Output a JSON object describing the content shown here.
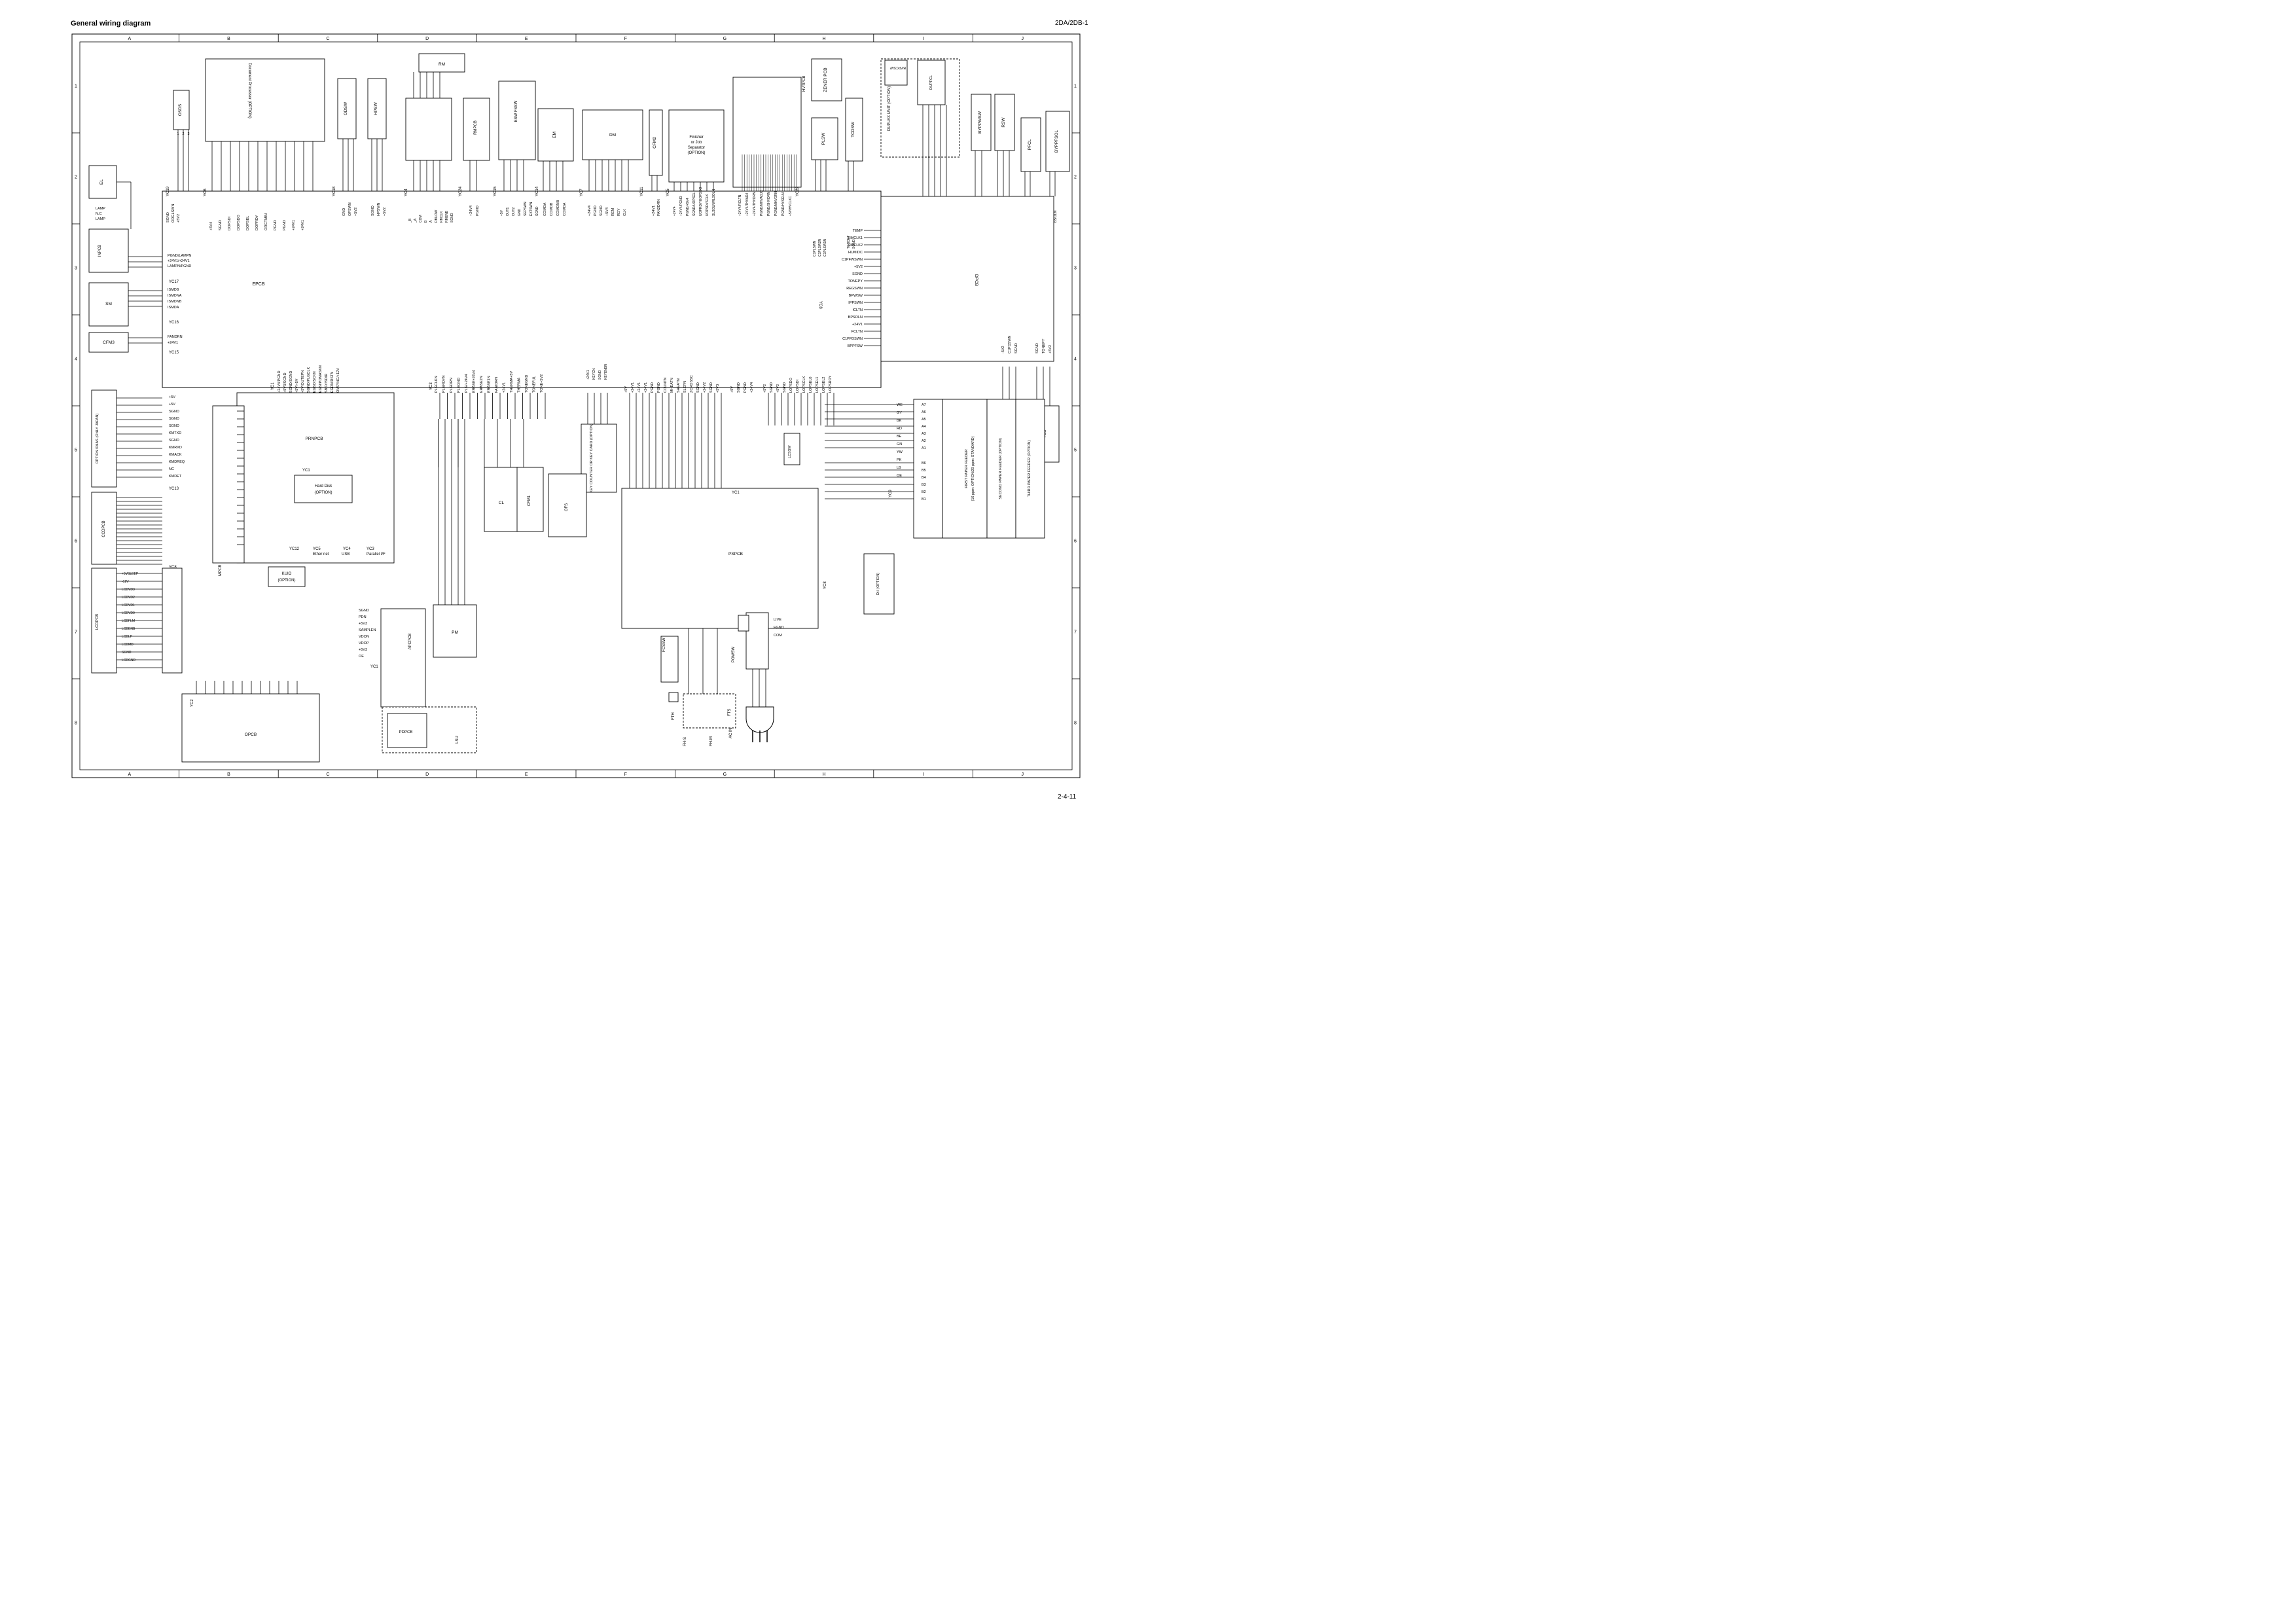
{
  "header": {
    "title": "General wiring diagram",
    "code": "2DA/2DB-1"
  },
  "footer": {
    "page": "2-4-11"
  },
  "grid": {
    "cols": [
      "A",
      "B",
      "C",
      "D",
      "E",
      "F",
      "G",
      "H",
      "I",
      "J"
    ],
    "rows": [
      "1",
      "2",
      "3",
      "4",
      "5",
      "6",
      "7",
      "8"
    ]
  },
  "main_board": {
    "label": "EPCB"
  },
  "boards": [
    {
      "id": "el",
      "label": "EL",
      "conn": "",
      "pins": []
    },
    {
      "id": "inpcb",
      "label": "INPCB",
      "conn": "YC17",
      "pins": [
        "PGND/LAMPN",
        "+24V1/+24V1",
        "LAMPN/PGND"
      ]
    },
    {
      "id": "sm",
      "label": "SM",
      "conn": "YC16",
      "pins": [
        "ISMDB",
        "ISMDNA",
        "ISMDNB",
        "ISMDA"
      ]
    },
    {
      "id": "cfm3",
      "label": "CFM3",
      "conn": "YC15",
      "pins": [
        "FANDRN",
        "+24V1"
      ]
    },
    {
      "id": "osds",
      "label": "OSDS",
      "conn": "YC19",
      "pins": [
        "SGND",
        "ORGLSWN",
        "+5V2"
      ]
    },
    {
      "id": "docproc",
      "label": "Document Processor (OPTION)",
      "conn": "YC6",
      "pins": [
        "+5V4",
        "SGND",
        "DOPSDI",
        "DOPSDO",
        "DOPSEL",
        "DOPRDY",
        "ORGTMIN",
        "PGND",
        "PGND",
        "+24V1",
        "+24V1"
      ]
    },
    {
      "id": "odsw",
      "label": "ODSW",
      "conn": "YC18",
      "pins": [
        "GND",
        "OPSWN",
        "+5V2"
      ]
    },
    {
      "id": "hpsw",
      "label": "HPSW",
      "conn": "",
      "pins": [
        "SGND",
        "HPSWN",
        "+5V2"
      ]
    },
    {
      "id": "rm",
      "label": "RM",
      "conn": "YC4",
      "pins": [
        "_B",
        "_A",
        "COM",
        "B",
        "A",
        "RMLOW",
        "RMCLK",
        "RMENB",
        "SGND"
      ]
    },
    {
      "id": "rmpcb",
      "label": "RMPCB",
      "conn": "YC24",
      "pins": [
        "+24V4",
        "PGND"
      ]
    },
    {
      "id": "esw",
      "label": "ESW FSSW",
      "conn": "YC15",
      "pins": [
        "+5V",
        "OUT1",
        "OUT2",
        "GND",
        "SEPSWN",
        "EXTSWN",
        "SGND"
      ]
    },
    {
      "id": "em",
      "label": "EM",
      "conn": "YC14",
      "pins": [
        "COMDA",
        "COMDB",
        "COMDNB",
        "COMDA"
      ]
    },
    {
      "id": "dm",
      "label": "DM",
      "conn": "YC7",
      "pins": [
        "+24V4",
        "PGND",
        "SGND",
        "+5V4",
        "REM",
        "RDY",
        "CLK"
      ]
    },
    {
      "id": "cfm2",
      "label": "CFM2",
      "conn": "YC11",
      "pins": [
        "+24V1",
        "FAN2DRN"
      ]
    },
    {
      "id": "finisher",
      "label": "Finisher or Job Separator (OPTION)",
      "conn": "YC5",
      "pins": [
        "+24V4",
        "+24V4/PGND",
        "PGND/+5V4",
        "SGND/UOPSEL",
        "UOPRDY/UOPSDO",
        "UOPSDI/SCLK",
        "SLSOLN/RLSOLN"
      ]
    },
    {
      "id": "hvtpcb",
      "label": "HVTPCB",
      "conn": "YC22",
      "pins": [
        "+24V4/RCLTN",
        "+24V4/THVADJ",
        "+24V4/THVDRN",
        "PGND/MHVADJC",
        "PGND/SHVDRN",
        "PGND/MHVDRN",
        "PGND/HVSELN",
        "+5V/HVCLKC"
      ]
    },
    {
      "id": "zener",
      "label": "ZENER PCB",
      "conn": "",
      "pins": []
    },
    {
      "id": "plsw",
      "label": "PLSW",
      "conn": "",
      "pins": [
        "C1PLSWN",
        "C1PLSW2N",
        "C1PLSW1N"
      ]
    },
    {
      "id": "tcdsw",
      "label": "TCDSW",
      "conn": "",
      "pins": [
        "TCDDET",
        "SGND"
      ]
    },
    {
      "id": "duplex",
      "label": "DUPLEX UNIT (OPTION)",
      "conn": "",
      "pins": []
    },
    {
      "id": "dupfcl",
      "label": "DUPFCL",
      "conn": "",
      "pins": []
    },
    {
      "id": "bypcsw",
      "label": "BYPCSW",
      "conn": "",
      "pins": []
    },
    {
      "id": "bypwsw",
      "label": "BYPPWSW",
      "conn": "",
      "pins": [
        "BPWSW",
        "+5V2"
      ]
    },
    {
      "id": "rsw",
      "label": "RSW",
      "conn": "",
      "pins": [
        "+5V2",
        "REGSWN",
        "SGND"
      ]
    },
    {
      "id": "pfcl",
      "label": "PFCL",
      "conn": "YC2",
      "pins": [
        "FCLTN",
        "+24V1"
      ]
    },
    {
      "id": "bypfsol",
      "label": "BYPPFSOL",
      "conn": "YC3",
      "pins": [
        "+24V1",
        "BSOLN"
      ]
    },
    {
      "id": "dpcb",
      "label": "DPCB",
      "conn": "YC8",
      "pins": [
        "TEMP",
        "HMCLK1",
        "HMCLK2",
        "HUMIDC",
        "C1PFWSWN",
        "+5V2",
        "SGND",
        "TONEPY",
        "REGSWN",
        "BPWSW",
        "IPPSWN",
        "ICLTN",
        "BPSOLN",
        "+24V1",
        "FCLTN",
        "C1PFDSWN",
        "BPPFSW"
      ]
    },
    {
      "id": "psw",
      "label": "PSW",
      "conn": "YC6",
      "pins": [
        "-5V2",
        "C1PDSWN",
        "SGND"
      ]
    },
    {
      "id": "tcs",
      "label": "TCS",
      "conn": "YC4",
      "pins": [
        "SGND",
        "TONEPY",
        "+5V2"
      ]
    },
    {
      "id": "kmas",
      "label": "OPTION KMAS (ONLY JAPAN)",
      "conn": "YC13",
      "pins": [
        "+5V",
        "+5V",
        "SGND",
        "SGND",
        "SGND",
        "KMTXD",
        "SGND",
        "KMRXD",
        "KMACK",
        "KMDREQ",
        "NC",
        "KMDET"
      ]
    },
    {
      "id": "prnpcb",
      "label": "PRNPCB",
      "conn": "YC1",
      "pins": []
    },
    {
      "id": "hdd",
      "label": "Hard Disk (OPTION)",
      "conn": "YC1",
      "pins": []
    },
    {
      "id": "ccdpcb",
      "label": "CCDPCB",
      "conn": "YC8",
      "pins": []
    },
    {
      "id": "mpcb",
      "label": "MPCB",
      "conn": "YC11",
      "pins": []
    },
    {
      "id": "kuio",
      "label": "KUIO (OPTION)",
      "conn": "YC12",
      "pins": []
    },
    {
      "id": "lcdpcb",
      "label": "LCDPCB",
      "conn": "YC7",
      "pins": [
        "+5VSLEEP",
        "-12V",
        "LCDVD3",
        "LCDVD2",
        "LCDVD1",
        "LCDVD0",
        "LCDFLM",
        "LCDENB",
        "LCDLP",
        "LCDMD",
        "SGND",
        "LCDGND"
      ]
    },
    {
      "id": "opcb",
      "label": "OPCB",
      "conn": "YC2",
      "pins": []
    },
    {
      "id": "apcpcb",
      "label": "APCPCB",
      "conn": "YC1",
      "pins": [
        "SGND",
        "PDN",
        "+5V3",
        "SAMPLEN",
        "VDON",
        "VDOP",
        "+5V3",
        "OE"
      ]
    },
    {
      "id": "pdpcb",
      "label": "PDPCB",
      "conn": "",
      "pins": []
    },
    {
      "id": "lsu",
      "label": "LSU",
      "conn": "",
      "pins": []
    },
    {
      "id": "pm",
      "label": "PM",
      "conn": "",
      "pins": []
    },
    {
      "id": "cl",
      "label": "CL",
      "conn": "",
      "pins": []
    },
    {
      "id": "cfm1",
      "label": "CFM1",
      "conn": "",
      "pins": []
    },
    {
      "id": "ofs",
      "label": "OFS",
      "conn": "",
      "pins": []
    },
    {
      "id": "keycounter",
      "label": "KEY COUNTER OR KEY CARD (OPTION)",
      "conn": "YC13",
      "pins": [
        "+24V1",
        "KEYCN",
        "SGND",
        "KEYENBN"
      ]
    },
    {
      "id": "pspcb",
      "label": "PSPCB",
      "conn": "YC1",
      "pins": []
    },
    {
      "id": "lcssw",
      "label": "LCSSW",
      "conn": "",
      "pins": []
    },
    {
      "id": "paperfeeder",
      "label": "FIRST PAPER FEEDER (16 ppm: OPTION/20 ppm: STANDARD)",
      "conn": "YC9",
      "pins": []
    },
    {
      "id": "feeder2",
      "label": "SECOND PAPER FEEDER (OPTION)",
      "conn": "",
      "pins": []
    },
    {
      "id": "feeder3",
      "label": "THIRD PAPER FEEDER (OPTION)",
      "conn": "",
      "pins": []
    },
    {
      "id": "dh",
      "label": "DH (OPTION)",
      "conn": "YC8",
      "pins": []
    },
    {
      "id": "powsw",
      "label": "POWSW",
      "conn": "",
      "pins": [
        "LIVE",
        "FGND",
        "COM"
      ]
    },
    {
      "id": "fcssw",
      "label": "FCSSW",
      "conn": "",
      "pins": []
    },
    {
      "id": "fth",
      "label": "FTH",
      "conn": "",
      "pins": []
    },
    {
      "id": "fhs",
      "label": "FH-S",
      "conn": "",
      "pins": []
    },
    {
      "id": "fhm",
      "label": "FH-M",
      "conn": "",
      "pins": []
    },
    {
      "id": "fts",
      "label": "FTS",
      "conn": "",
      "pins": []
    },
    {
      "id": "acin",
      "label": "AC IN",
      "conn": "",
      "pins": []
    }
  ],
  "misc_labels": {
    "ether": "Ether net",
    "usb": "USB",
    "parallel": "Parallel I/F",
    "yc5": "YC5",
    "yc4": "YC4",
    "yc3": "YC3",
    "yc12": "YC12",
    "prn_sig": [
      "+24V4/PGND",
      "+5V3/SGND",
      "SGND/SGND",
      "+5V/+5V",
      "+5V/OUTEPN",
      "SGND/PLGCLK",
      "EGSO/SCKN",
      "EGSI/PDMASKN",
      "SBSY/SDIR",
      "EGRN/RSTN",
      "OVSYNC/+12V"
    ],
    "yc3_sig": [
      "PLGCLKN",
      "PLGRDYN",
      "PLGDRN",
      "PLGGND",
      "PLG/+24V4",
      "ERASE+24V4",
      "ERASE2N",
      "ERASE1N",
      "FANIDRN",
      "+24V1",
      "THERMA+5V",
      "THERMA",
      "TONEGND",
      "TONEFUL",
      "TONE+5V2"
    ],
    "yc21_sig": [
      "+5V",
      "+24V1",
      "+24V1",
      "+24V1",
      "PGND",
      "PGND",
      "COUNTN",
      "MHEATN",
      "SHEATN",
      "SLEPN",
      "ZCROSSC",
      "SGND",
      "+24V2",
      "SGND",
      "+5V3"
    ],
    "yc20_sig": [
      "+5V",
      "SGND",
      "PGND",
      "+24V4"
    ],
    "yc10_sig": [
      "+5V2",
      "SGND",
      "+5V2",
      "SGND",
      "LOPSDO",
      "LOPSDI",
      "LOPSCLK",
      "LOPSEL0",
      "LOPSEL1",
      "LOPSEL2",
      "LOPSRDY"
    ],
    "feeder_pins": [
      "A7",
      "A6",
      "A5",
      "A4",
      "A3",
      "A2",
      "A1",
      "B6",
      "B5",
      "B4",
      "B3",
      "B2",
      "B1"
    ],
    "wire_colors": [
      "WE",
      "GY",
      "BK",
      "RD",
      "BE",
      "GN",
      "YW",
      "PK",
      "LB",
      "OE"
    ]
  }
}
